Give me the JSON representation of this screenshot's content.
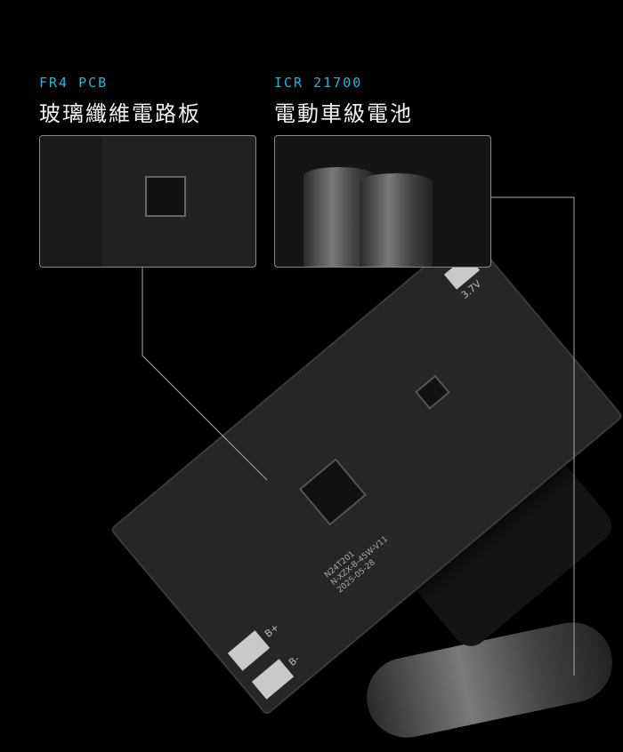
{
  "features": [
    {
      "tag": "FR4 PCB",
      "title": "玻璃纖維電路板"
    },
    {
      "tag": "ICR 21700",
      "title": "電動車級電池"
    }
  ],
  "board_markings": {
    "voltage": "3.7V",
    "b_plus": "B+",
    "b_minus": "B-",
    "code": "N24T201",
    "rev": "N-XZX-B-45W-V11",
    "date": "2025-05-28"
  },
  "colors": {
    "accent": "#27b4d9",
    "background": "#000000"
  }
}
